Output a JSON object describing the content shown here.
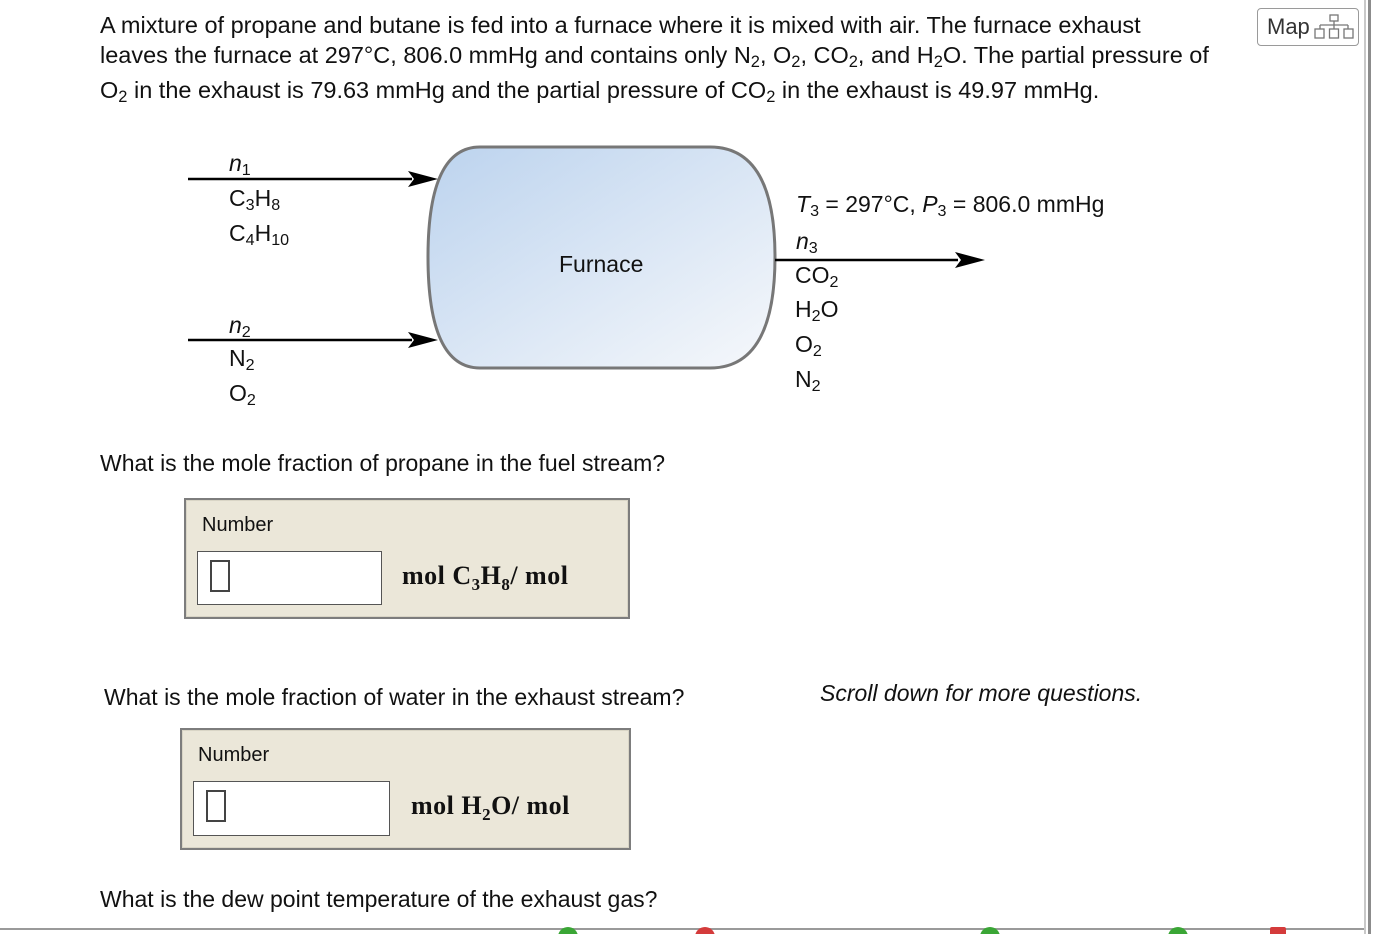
{
  "problem": {
    "line1": "A mixture of propane and butane is fed into a furnace where it is mixed with air. The furnace exhaust",
    "line2_a": "leaves the furnace at 297°C, 806.0 mmHg and contains only N",
    "line2_b": ", O",
    "line2_c": ", CO",
    "line2_d": ", and H",
    "line2_e": "O. The partial pressure of",
    "line3_a": "O",
    "line3_b": " in the exhaust is 79.63 mmHg and the partial pressure of CO",
    "line3_c": " in the exhaust is 49.97 mmHg.",
    "sub2": "2"
  },
  "map_button": {
    "label": "Map",
    "icon": "sitemap-icon"
  },
  "diagram": {
    "furnace_label": "Furnace",
    "inlet1": {
      "n": "n",
      "n_sub": "1",
      "s1_a": "C",
      "s1_b": "3",
      "s1_c": "H",
      "s1_d": "8",
      "s2_a": "C",
      "s2_b": "4",
      "s2_c": "H",
      "s2_d": "10"
    },
    "inlet2": {
      "n": "n",
      "n_sub": "2",
      "s1_a": "N",
      "s1_b": "2",
      "s2_a": "O",
      "s2_b": "2"
    },
    "outlet": {
      "cond_T": "T",
      "cond_T_sub": "3",
      "cond_mid": " = 297°C, ",
      "cond_P": "P",
      "cond_P_sub": "3",
      "cond_end": " = 806.0 mmHg",
      "n": "n",
      "n_sub": "3",
      "co2_a": "CO",
      "co2_b": "2",
      "h2o_a": "H",
      "h2o_b": "2",
      "h2o_c": "O",
      "o2_a": "O",
      "o2_b": "2",
      "n2_a": "N",
      "n2_b": "2"
    }
  },
  "questions": [
    {
      "text": "What is the mole fraction of propane in the fuel stream?",
      "label": "Number",
      "value": "",
      "unit_a": "mol  C",
      "unit_b": "3",
      "unit_c": "H",
      "unit_d": "8",
      "unit_e": "/ mol"
    },
    {
      "text": "What is the mole fraction of water in the exhaust stream?",
      "label": "Number",
      "value": "",
      "unit_a": "mol  H",
      "unit_b": "2",
      "unit_c": "O",
      "unit_e": "/ mol"
    },
    {
      "text": "What is the dew point temperature of the exhaust gas?"
    }
  ],
  "scroll_note": "Scroll down for more questions.",
  "colors": {
    "furnace_fill_top": "#c6daf0",
    "furnace_fill_bottom": "#f4f7fb",
    "box_bg": "#ebe7d9"
  }
}
